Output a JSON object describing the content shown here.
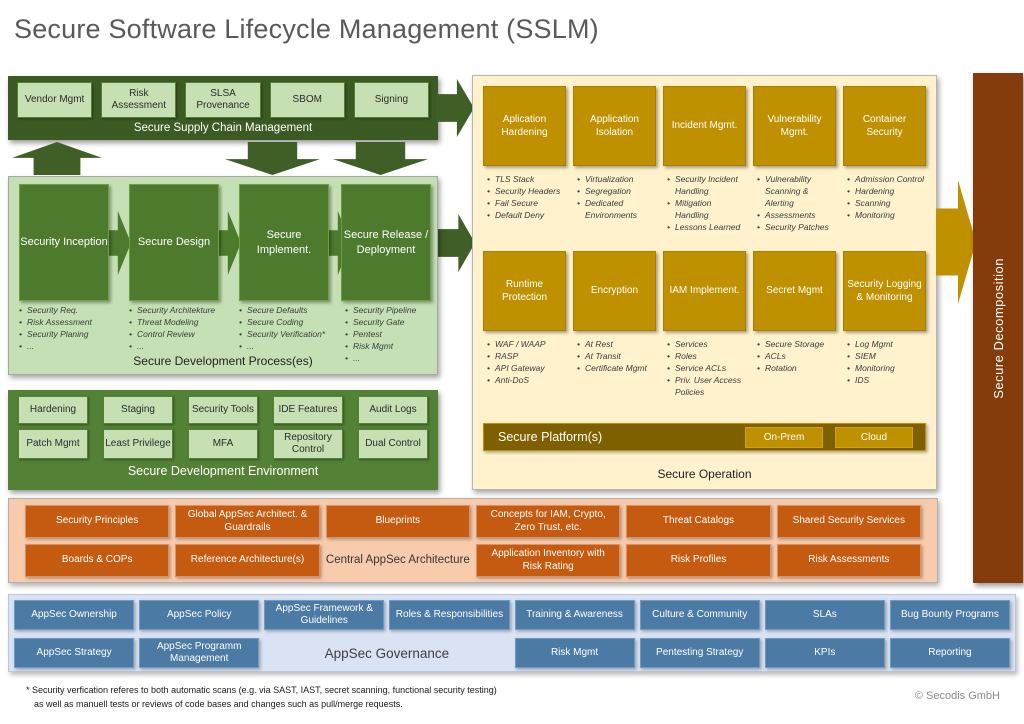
{
  "title": "Secure Software Lifecycle Management (SSLM)",
  "supply_chain": {
    "label": "Secure Supply Chain Management",
    "items": [
      "Vendor Mgmt",
      "Risk Assessment",
      "SLSA Provenance",
      "SBOM",
      "Signing"
    ]
  },
  "dev_process": {
    "label": "Secure Development Process(es)",
    "stages": [
      {
        "title": "Security Inception",
        "bullets": [
          "Security Req.",
          "Risk Assessment",
          "Security Planing",
          "..."
        ]
      },
      {
        "title": "Secure Design",
        "bullets": [
          "Security Architekture",
          "Threat Modeling",
          "Control Review",
          "..."
        ]
      },
      {
        "title": "Secure Implement.",
        "bullets": [
          "Secure Defaults",
          "Secure Coding",
          "Security Verification*",
          "..."
        ]
      },
      {
        "title": "Secure Release / Deployment",
        "bullets": [
          "Security Pipeline",
          "Security Gate",
          "Pentest",
          "Risk Mgmt",
          "..."
        ]
      }
    ]
  },
  "dev_env": {
    "label": "Secure Development Environment",
    "row1": [
      "Hardening",
      "Staging",
      "Security Tools",
      "IDE Features",
      "Audit Logs"
    ],
    "row2": [
      "Patch Mgmt",
      "Least Privilege",
      "MFA",
      "Repository Control",
      "Dual Control"
    ]
  },
  "operation": {
    "label": "Secure Operation",
    "row1": [
      {
        "title": "Aplication Hardening",
        "bullets": [
          "TLS Stack",
          "Security Headers",
          "Fail Secure",
          "Default Deny"
        ]
      },
      {
        "title": "Application Isolation",
        "bullets": [
          "Virtualization",
          "Segregation",
          "Dedicated Environments"
        ]
      },
      {
        "title": "Incident Mgmt.",
        "bullets": [
          "Security Incident Handling",
          "Mitigation Handling",
          "Lessons Learned"
        ]
      },
      {
        "title": "Vulnerability Mgmt.",
        "bullets": [
          "Vulnerability Scanning & Alerting",
          "Assessments",
          "Security Patches"
        ]
      },
      {
        "title": "Container Security",
        "bullets": [
          "Admission Control",
          "Hardening",
          "Scanning",
          "Monitoring"
        ]
      }
    ],
    "row2": [
      {
        "title": "Runtime Protection",
        "bullets": [
          "WAF / WAAP",
          "RASP",
          "API Gateway",
          "Anti-DoS"
        ]
      },
      {
        "title": "Encryption",
        "bullets": [
          "At Rest",
          "At Transit",
          "Certificate Mgmt"
        ]
      },
      {
        "title": "IAM Implement.",
        "bullets": [
          "Services",
          "Roles",
          "Service ACLs",
          "Priv. User Access Policies"
        ]
      },
      {
        "title": "Secret Mgmt",
        "bullets": [
          "Secure Storage",
          "ACLs",
          "Rotation"
        ]
      },
      {
        "title": "Security Logging & Monitoring",
        "bullets": [
          "Log Mgmt",
          "SIEM",
          "Monitoring",
          "IDS"
        ]
      }
    ],
    "platform": {
      "label": "Secure Platform(s)",
      "buttons": [
        "On-Prem",
        "Cloud"
      ]
    }
  },
  "decomposition": {
    "label": "Secure Decomposition"
  },
  "architecture": {
    "label": "Central AppSec Architecture",
    "row1": [
      "Security Principles",
      "Global AppSec Architect. & Guardrails",
      "Blueprints",
      "Concepts for IAM, Crypto, Zero Trust, etc.",
      "Threat Catalogs",
      "Shared Security Services"
    ],
    "row2": [
      "Boards & COPs",
      "Reference Architecture(s)",
      "Application Inventory with Risk Rating",
      "Risk Profiles",
      "Risk Assessments"
    ]
  },
  "governance": {
    "label": "AppSec Governance",
    "row1": [
      "AppSec Ownership",
      "AppSec Policy",
      "AppSec Framework & Guidelines",
      "Roles & Responsibilities",
      "Training & Awareness",
      "Culture & Community",
      "SLAs",
      "Bug Bounty Programs"
    ],
    "row2": [
      "AppSec Strategy",
      "AppSec Programm Management",
      "Risk Mgmt",
      "Pentesting Strategy",
      "KPIs",
      "Reporting"
    ]
  },
  "footnote": {
    "line1": "* Security verfication referes to both automatic scans (e.g. via SAST, IAST, secret scanning, functional security testing)",
    "line2": "as well as manuell tests or reviews of code bases and changes such as pull/merge requests."
  },
  "copyright": "© Secodis GmbH",
  "palette": {
    "dark_green": "#3C5A23",
    "medium_green": "#538135",
    "stage_green": "#4E7A2E",
    "light_green": "#C6E0B4",
    "cream": "#FFF2CC",
    "gold": "#BF9000",
    "dark_gold": "#7F6000",
    "brown": "#843C0C",
    "orange": "#C55A11",
    "light_orange": "#F8CBAD",
    "blue": "#4B7AA5",
    "light_blue": "#DAE3F3",
    "title_gray": "#595959"
  }
}
